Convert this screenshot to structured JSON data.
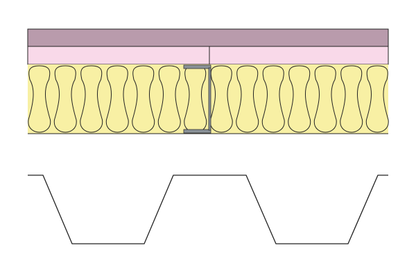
{
  "diagram": {
    "layers": [
      {
        "name": "top-board",
        "color": "#b99bac"
      },
      {
        "name": "gypsum-board",
        "color": "#f9d9e9"
      },
      {
        "name": "insulation",
        "color": "#f8f0a4"
      }
    ],
    "stud_color": "#8a9298",
    "line_color": "#222222"
  }
}
